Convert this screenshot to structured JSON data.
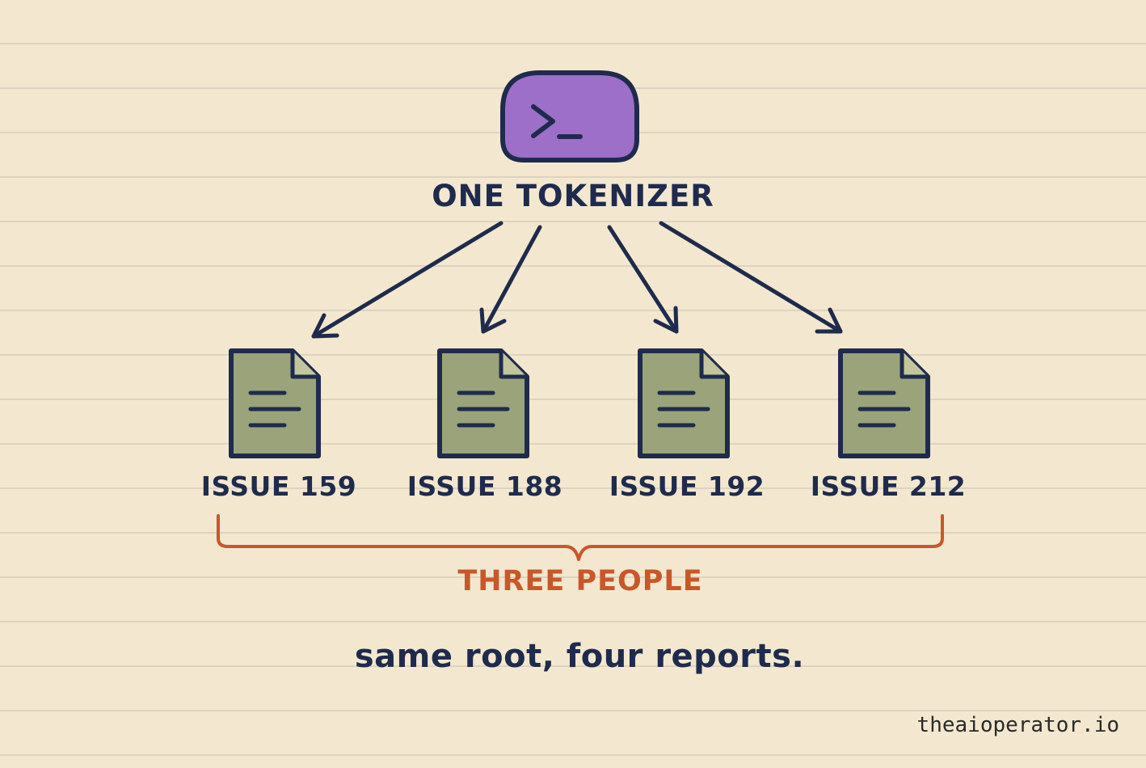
{
  "title": "ONE TOKENIZER",
  "terminal_icon": "terminal-prompt-icon",
  "issues": [
    {
      "label": "ISSUE 159",
      "icon": "document-icon"
    },
    {
      "label": "ISSUE 188",
      "icon": "document-icon"
    },
    {
      "label": "ISSUE 192",
      "icon": "document-icon"
    },
    {
      "label": "ISSUE 212",
      "icon": "document-icon"
    }
  ],
  "group_label": "THREE PEOPLE",
  "caption": "same root, four reports.",
  "brand": "theaioperator.io",
  "colors": {
    "ink": "#1f2b4d",
    "paper": "#f3e8cf",
    "terminal_fill": "#9d6fc9",
    "document_fill": "#9aa37a",
    "accent": "#c9572a"
  }
}
